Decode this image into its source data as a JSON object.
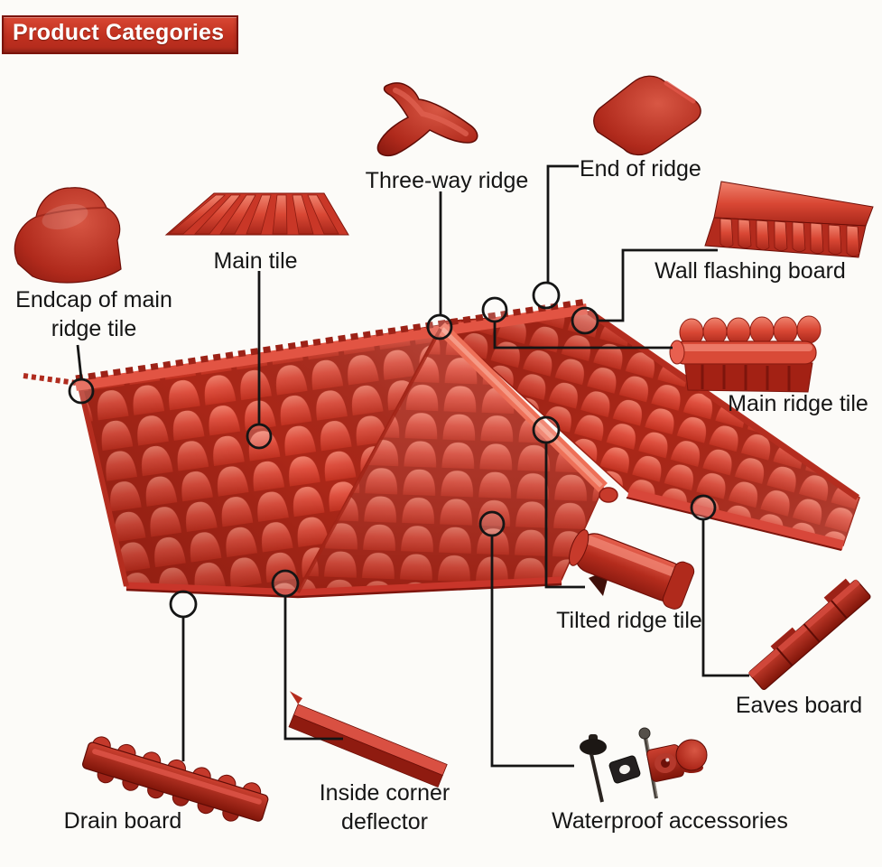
{
  "header": {
    "title": "Product Categories"
  },
  "labels": {
    "three_way_ridge": "Three-way ridge",
    "end_of_ridge": "End of ridge",
    "main_tile": "Main tile",
    "wall_flashing_board": "Wall flashing board",
    "endcap_of_main_ridge_tile": "Endcap of main ridge tile",
    "main_ridge_tile": "Main ridge tile",
    "tilted_ridge_tile": "Tilted ridge tile",
    "eaves_board": "Eaves board",
    "drain_board": "Drain board",
    "inside_corner_deflector": "Inside corner deflector",
    "waterproof_accessories": "Waterproof accessories"
  },
  "images": [
    "roof-assembly-image",
    "endcap-of-main-ridge-tile-image",
    "main-tile-image",
    "three-way-ridge-image",
    "end-of-ridge-image",
    "wall-flashing-board-image",
    "main-ridge-tile-image",
    "tilted-ridge-tile-image",
    "eaves-board-image",
    "drain-board-image",
    "inside-corner-deflector-image",
    "waterproof-accessories-image"
  ],
  "colors": {
    "background": "#fcfbf8",
    "header_bg": "#c0301f",
    "header_border": "#7a130b",
    "tile_red": "#d94734",
    "tile_light": "#f0836e",
    "tile_dark": "#a8271a",
    "maroon": "#8e1c11",
    "callout_line": "#151515"
  }
}
